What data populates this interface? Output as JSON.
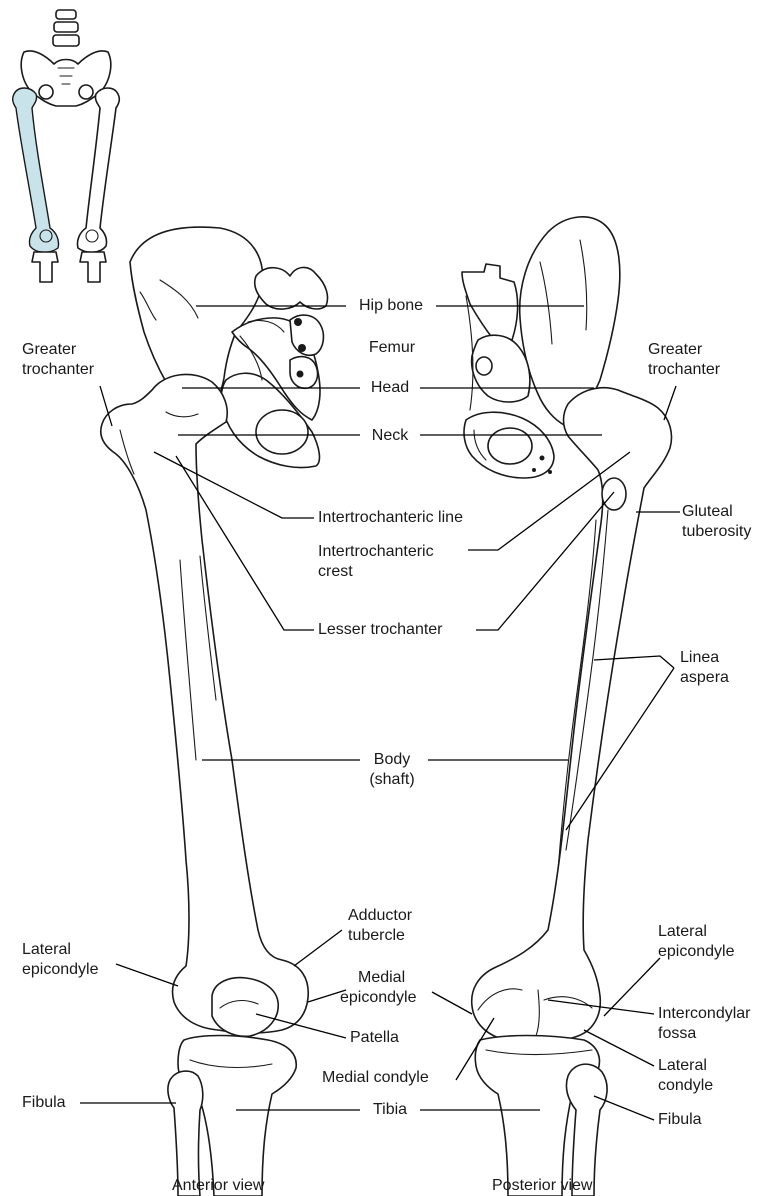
{
  "labels": {
    "hip_bone": "Hip bone",
    "femur": "Femur",
    "head": "Head",
    "neck": "Neck",
    "greater_trochanter_left": [
      "Greater",
      "trochanter"
    ],
    "greater_trochanter_right": [
      "Greater",
      "trochanter"
    ],
    "intertrochanteric_line": "Intertrochanteric line",
    "intertrochanteric_crest": [
      "Intertrochanteric",
      "crest"
    ],
    "gluteal_tuberosity": [
      "Gluteal",
      "tuberosity"
    ],
    "lesser_trochanter": "Lesser trochanter",
    "linea_aspera": [
      "Linea",
      "aspera"
    ],
    "body_shaft": [
      "Body",
      "(shaft)"
    ],
    "adductor_tubercle": [
      "Adductor",
      "tubercle"
    ],
    "lateral_epicondyle_left": [
      "Lateral",
      "epicondyle"
    ],
    "lateral_epicondyle_right": [
      "Lateral",
      "epicondyle"
    ],
    "medial_epicondyle": [
      "Medial",
      "epicondyle"
    ],
    "intercondylar_fossa": [
      "Intercondylar",
      "fossa"
    ],
    "patella": "Patella",
    "medial_condyle": "Medial condyle",
    "lateral_condyle": [
      "Lateral",
      "condyle"
    ],
    "fibula_left": "Fibula",
    "fibula_right": "Fibula",
    "tibia": "Tibia"
  },
  "views": {
    "anterior": "Anterior view",
    "posterior": "Posterior view"
  },
  "colors": {
    "highlight": "#c9e3ea",
    "outline": "#1a1a1a",
    "leader": "#000000"
  }
}
